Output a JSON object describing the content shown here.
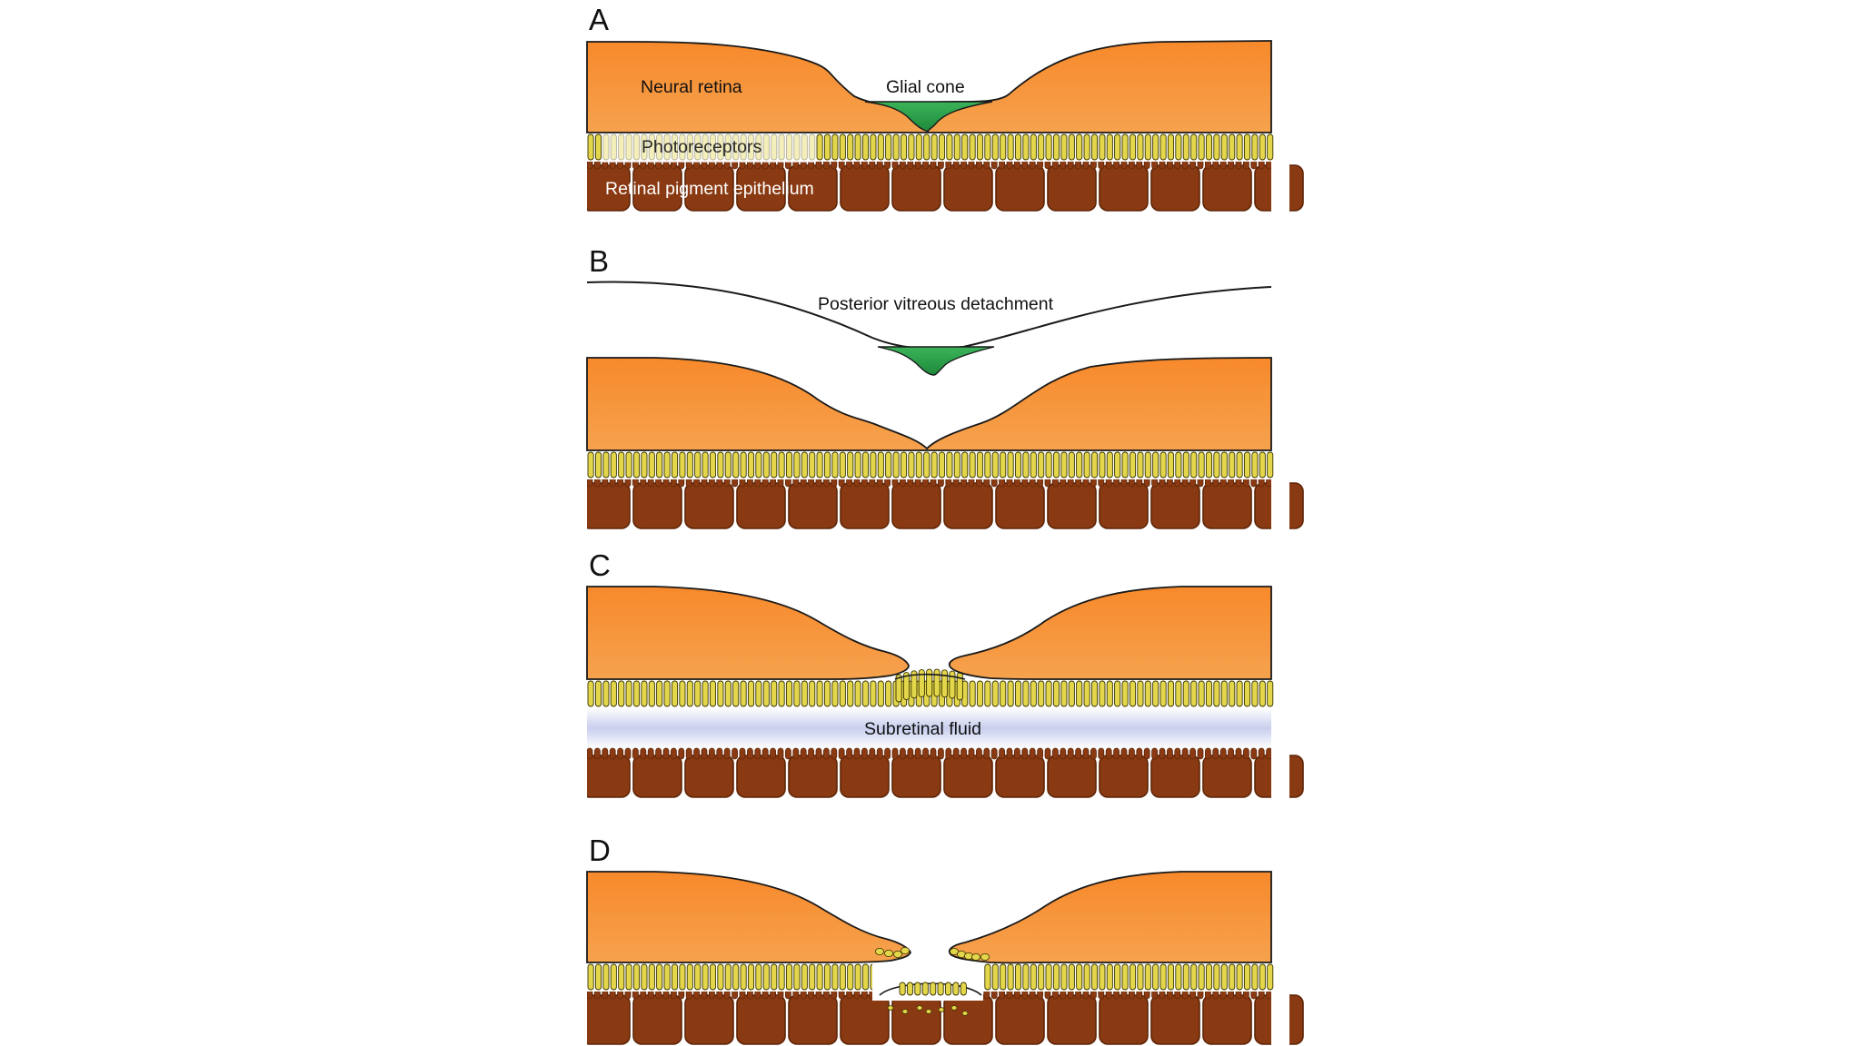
{
  "panels": [
    {
      "letter": "A",
      "labels": {
        "neural_retina": "Neural retina",
        "glial_cone": "Glial cone",
        "photoreceptors": "Photoreceptors",
        "rpe": "Retinal pigment epithelium"
      }
    },
    {
      "letter": "B",
      "labels": {
        "pvd": "Posterior vitreous detachment"
      }
    },
    {
      "letter": "C",
      "labels": {
        "subretinal_fluid": "Subretinal fluid"
      }
    },
    {
      "letter": "D",
      "labels": {}
    }
  ],
  "colors": {
    "retina_top": "#f7892b",
    "retina_bottom": "#f6a24e",
    "photoreceptor": "#e3d64a",
    "photoreceptor_dark": "#b9aa1e",
    "rpe_cell": "#8a3a12",
    "rpe_cell_dark": "#5e2508",
    "glial": "#2fa34d",
    "fluid": "#c9cfee",
    "outline": "#1a1a1a"
  }
}
